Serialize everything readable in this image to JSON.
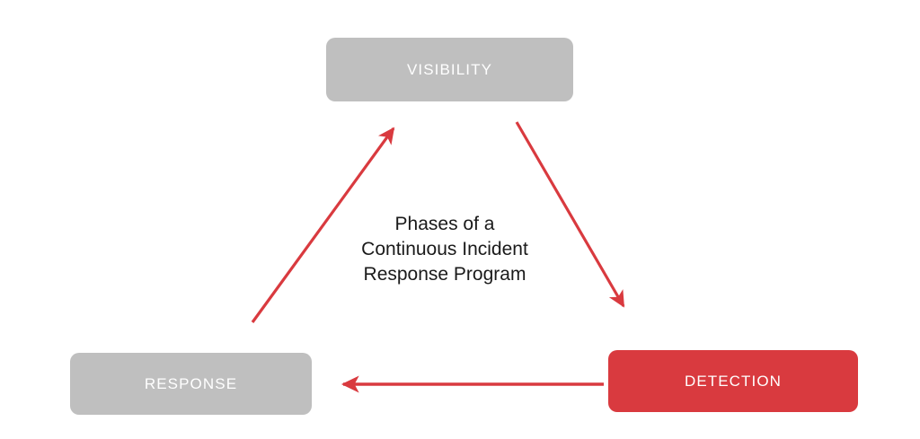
{
  "diagram": {
    "title_text_lines": [
      "Phases of a",
      "Continuous Incident",
      "Response Program"
    ],
    "nodes": [
      {
        "id": "visibility",
        "label": "VISIBILITY",
        "state": "inactive",
        "fill": "#bfbfbf",
        "text_color": "#ffffff",
        "position": "top-center"
      },
      {
        "id": "detection",
        "label": "DETECTION",
        "state": "active",
        "fill": "#d93a3f",
        "text_color": "#ffffff",
        "position": "bottom-right"
      },
      {
        "id": "response",
        "label": "RESPONSE",
        "state": "inactive",
        "fill": "#bfbfbf",
        "text_color": "#ffffff",
        "position": "bottom-left"
      }
    ],
    "arrows": [
      {
        "id": "visibility-to-detection",
        "from": "visibility",
        "to": "detection",
        "color": "#d93a3f",
        "direction": "down-right"
      },
      {
        "id": "detection-to-response",
        "from": "detection",
        "to": "response",
        "color": "#d93a3f",
        "direction": "left"
      },
      {
        "id": "response-to-visibility",
        "from": "response",
        "to": "visibility",
        "color": "#d93a3f",
        "direction": "up-right"
      }
    ],
    "colors": {
      "background": "#ffffff",
      "accent_red": "#d93a3f",
      "neutral_gray": "#bfbfbf",
      "caption_text": "#1a1a1a"
    }
  }
}
